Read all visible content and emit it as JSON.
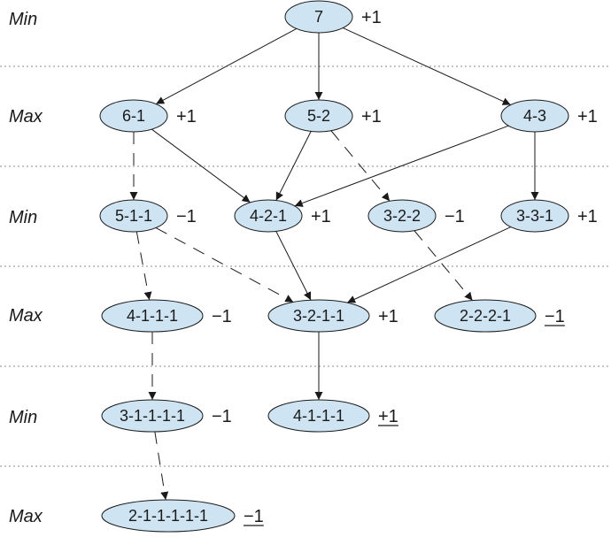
{
  "levels": [
    "Min",
    "Max",
    "Min",
    "Max",
    "Min",
    "Max"
  ],
  "nodes": [
    {
      "id": "7",
      "label": "7",
      "value": "+1",
      "underlined": false
    },
    {
      "id": "6-1",
      "label": "6-1",
      "value": "+1",
      "underlined": false
    },
    {
      "id": "5-2",
      "label": "5-2",
      "value": "+1",
      "underlined": false
    },
    {
      "id": "4-3",
      "label": "4-3",
      "value": "+1",
      "underlined": false
    },
    {
      "id": "5-1-1",
      "label": "5-1-1",
      "value": "−1",
      "underlined": false
    },
    {
      "id": "4-2-1",
      "label": "4-2-1",
      "value": "+1",
      "underlined": false
    },
    {
      "id": "3-2-2",
      "label": "3-2-2",
      "value": "−1",
      "underlined": false
    },
    {
      "id": "3-3-1",
      "label": "3-3-1",
      "value": "+1",
      "underlined": false
    },
    {
      "id": "4-1-1-1",
      "label": "4-1-1-1",
      "value": "−1",
      "underlined": false
    },
    {
      "id": "3-2-1-1",
      "label": "3-2-1-1",
      "value": "+1",
      "underlined": false
    },
    {
      "id": "2-2-2-1",
      "label": "2-2-2-1",
      "value": "−1",
      "underlined": true
    },
    {
      "id": "3-1-1-1-1",
      "label": "3-1-1-1-1",
      "value": "−1",
      "underlined": false
    },
    {
      "id": "4-1-1-1-b",
      "label": "4-1-1-1",
      "value": "+1",
      "underlined": true
    },
    {
      "id": "2-1-1-1-1-1",
      "label": "2-1-1-1-1-1",
      "value": "−1",
      "underlined": true
    }
  ],
  "edges": [
    {
      "from": "7",
      "to": "6-1",
      "style": "solid"
    },
    {
      "from": "7",
      "to": "5-2",
      "style": "solid"
    },
    {
      "from": "7",
      "to": "4-3",
      "style": "solid"
    },
    {
      "from": "6-1",
      "to": "5-1-1",
      "style": "dashed"
    },
    {
      "from": "6-1",
      "to": "4-2-1",
      "style": "solid"
    },
    {
      "from": "5-2",
      "to": "4-2-1",
      "style": "solid"
    },
    {
      "from": "5-2",
      "to": "3-2-2",
      "style": "dashed"
    },
    {
      "from": "4-3",
      "to": "4-2-1",
      "style": "solid"
    },
    {
      "from": "4-3",
      "to": "3-3-1",
      "style": "solid"
    },
    {
      "from": "5-1-1",
      "to": "4-1-1-1",
      "style": "dashed"
    },
    {
      "from": "5-1-1",
      "to": "3-2-1-1",
      "style": "dashed"
    },
    {
      "from": "4-2-1",
      "to": "3-2-1-1",
      "style": "solid"
    },
    {
      "from": "3-3-1",
      "to": "3-2-1-1",
      "style": "solid"
    },
    {
      "from": "3-2-2",
      "to": "2-2-2-1",
      "style": "dashed"
    },
    {
      "from": "4-1-1-1",
      "to": "3-1-1-1-1",
      "style": "dashed"
    },
    {
      "from": "3-2-1-1",
      "to": "4-1-1-1-b",
      "style": "solid"
    },
    {
      "from": "3-1-1-1-1",
      "to": "2-1-1-1-1-1",
      "style": "dashed"
    }
  ]
}
